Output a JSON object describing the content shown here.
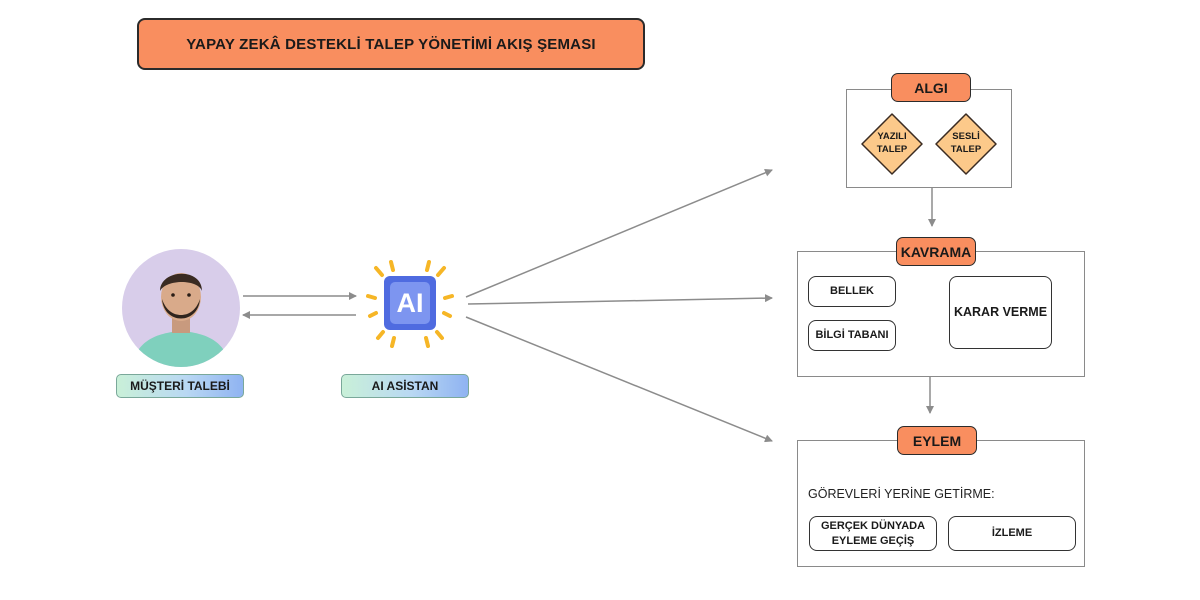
{
  "title": "YAPAY ZEKÂ DESTEKLİ TALEP YÖNETİMİ AKIŞ ŞEMASI",
  "customer": {
    "label": "MÜŞTERİ TALEBİ"
  },
  "assistant": {
    "icon_text": "AI",
    "label": "AI ASİSTAN"
  },
  "algi": {
    "title": "ALGI",
    "items": [
      "YAZILI\nTALEP",
      "SESLİ\nTALEP"
    ]
  },
  "kavrama": {
    "title": "KAVRAMA",
    "inputs": [
      "BELLEK",
      "BİLGİ TABANI"
    ],
    "decision": "KARAR VERME"
  },
  "eylem": {
    "title": "EYLEM",
    "subtitle": "GÖREVLERİ YERİNE GETİRME:",
    "items": [
      "GERÇEK DÜNYADA\nEYLEME GEÇİŞ",
      "İZLEME"
    ]
  },
  "colors": {
    "accent_orange": "#f98e5f",
    "diamond_fill": "#fcc98a",
    "ai_blue": "#4f6be0",
    "spark_yellow": "#f6b626",
    "arrow_gray": "#8c8c8c"
  }
}
